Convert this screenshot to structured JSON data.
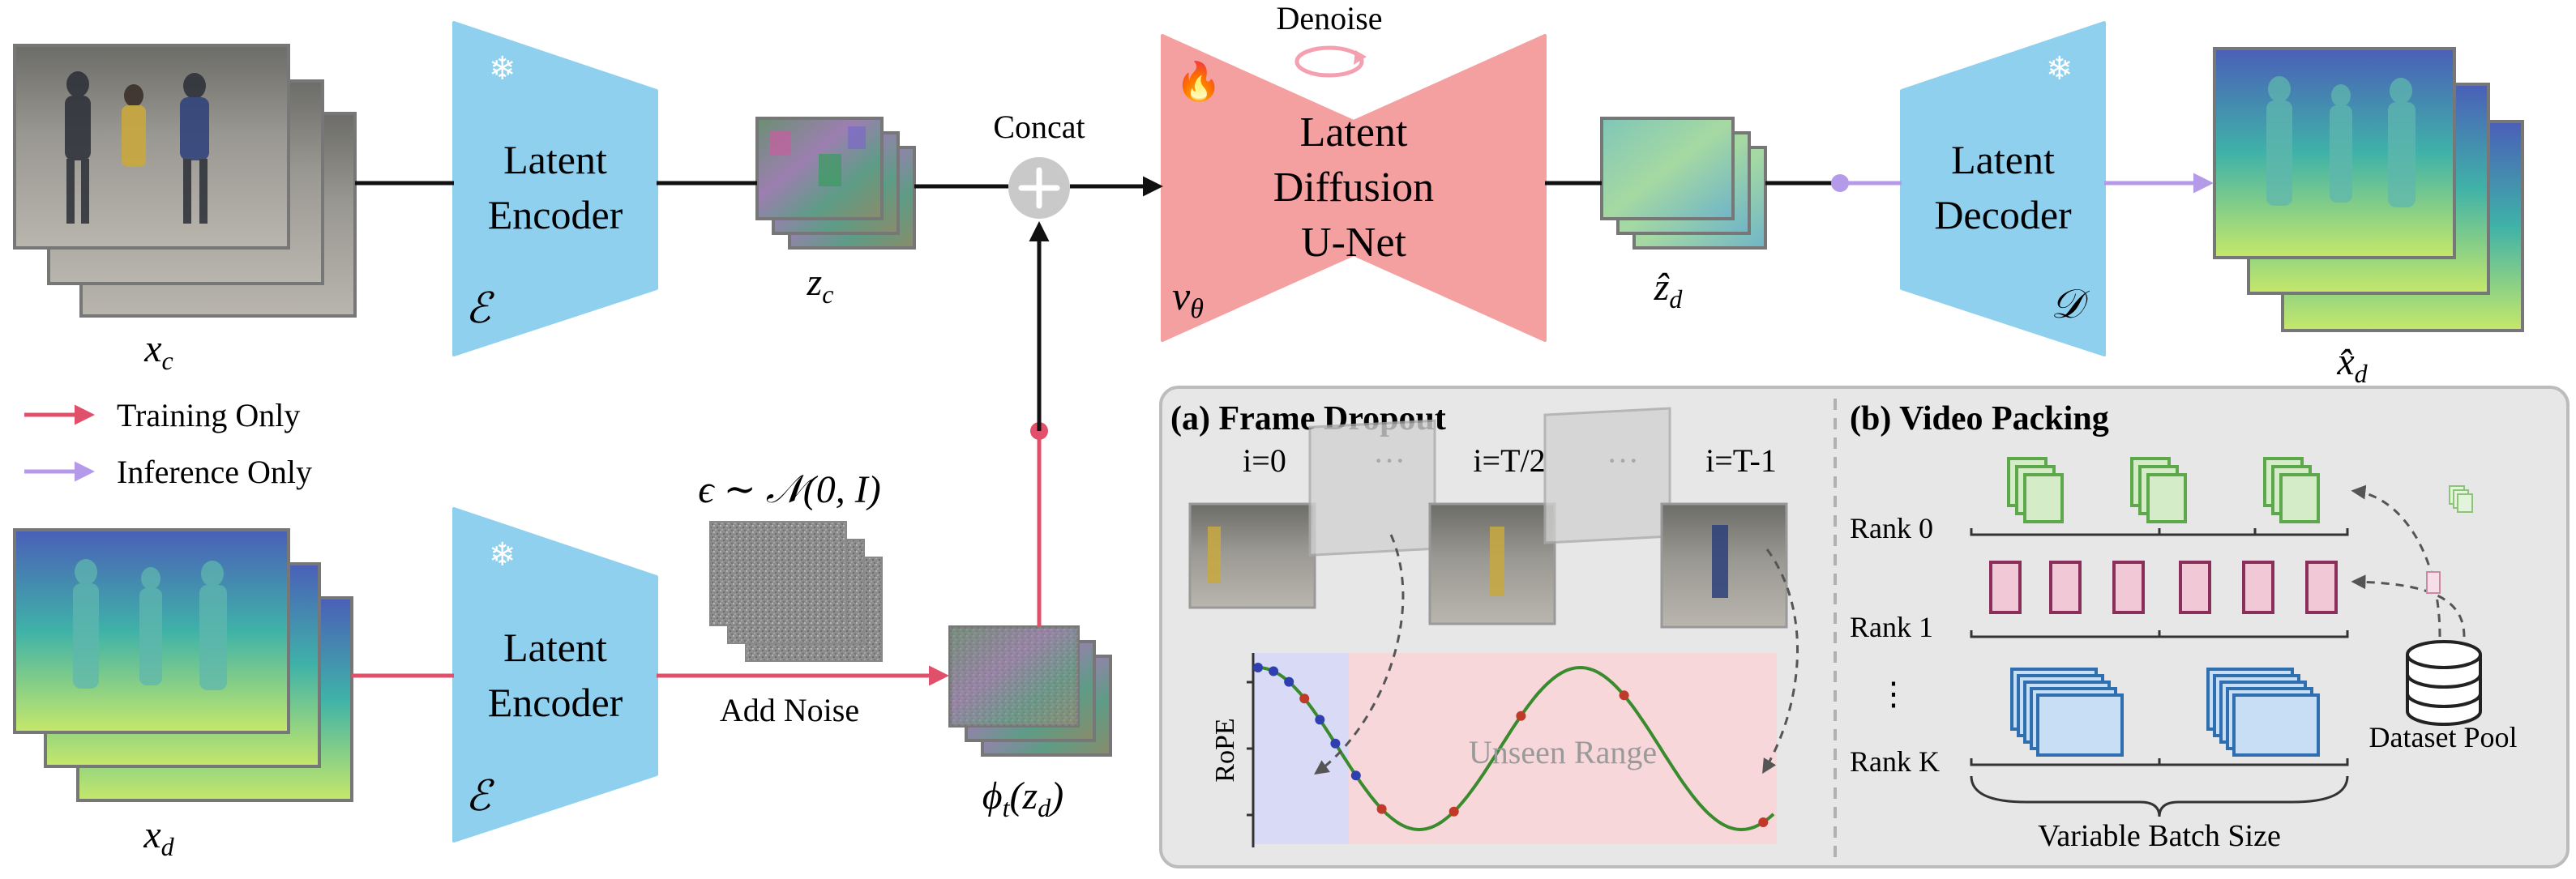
{
  "encoder_top": {
    "line1": "Latent",
    "line2": "Encoder",
    "symbol": "ℰ"
  },
  "encoder_bottom": {
    "line1": "Latent",
    "line2": "Encoder",
    "symbol": "ℰ"
  },
  "unet": {
    "line1": "Latent",
    "line2": "Diffusion",
    "line3": "U-Net",
    "symbol": "vθ",
    "denoise_label": "Denoise"
  },
  "decoder": {
    "line1": "Latent",
    "line2": "Decoder",
    "symbol": "𝒟"
  },
  "labels": {
    "concat": "Concat",
    "add_noise": "Add Noise",
    "x_c": "xc",
    "z_c": "zc",
    "x_d": "xd",
    "z_hat_d": "ẑd",
    "x_hat_d": "x̂d",
    "phi": "ϕt(zd)",
    "noise_eq": "ϵ ∼ 𝒩(0, I)"
  },
  "legend": {
    "training": "Training Only",
    "inference": "Inference Only"
  },
  "panel_a": {
    "title": "(a) Frame Dropout",
    "frame_labels": [
      "i=0",
      "···",
      "i=T/2",
      "···",
      "i=T-1"
    ],
    "ylabel": "RoPE",
    "range_label": "Unseen Range"
  },
  "panel_b": {
    "title": "(b) Video Packing",
    "ranks": [
      "Rank 0",
      "Rank 1",
      "⋮",
      "Rank K"
    ],
    "pool_label": "Dataset Pool",
    "batch_label": "Variable Batch Size"
  },
  "colors": {
    "encoder": "#8fd0ee",
    "unet": "#f5a0a0",
    "training": "#e0506a",
    "inference": "#b49ae8",
    "green_box": "#5ca84a",
    "purple_box": "#8a2f5a",
    "blue_box": "#2f6fb0"
  }
}
